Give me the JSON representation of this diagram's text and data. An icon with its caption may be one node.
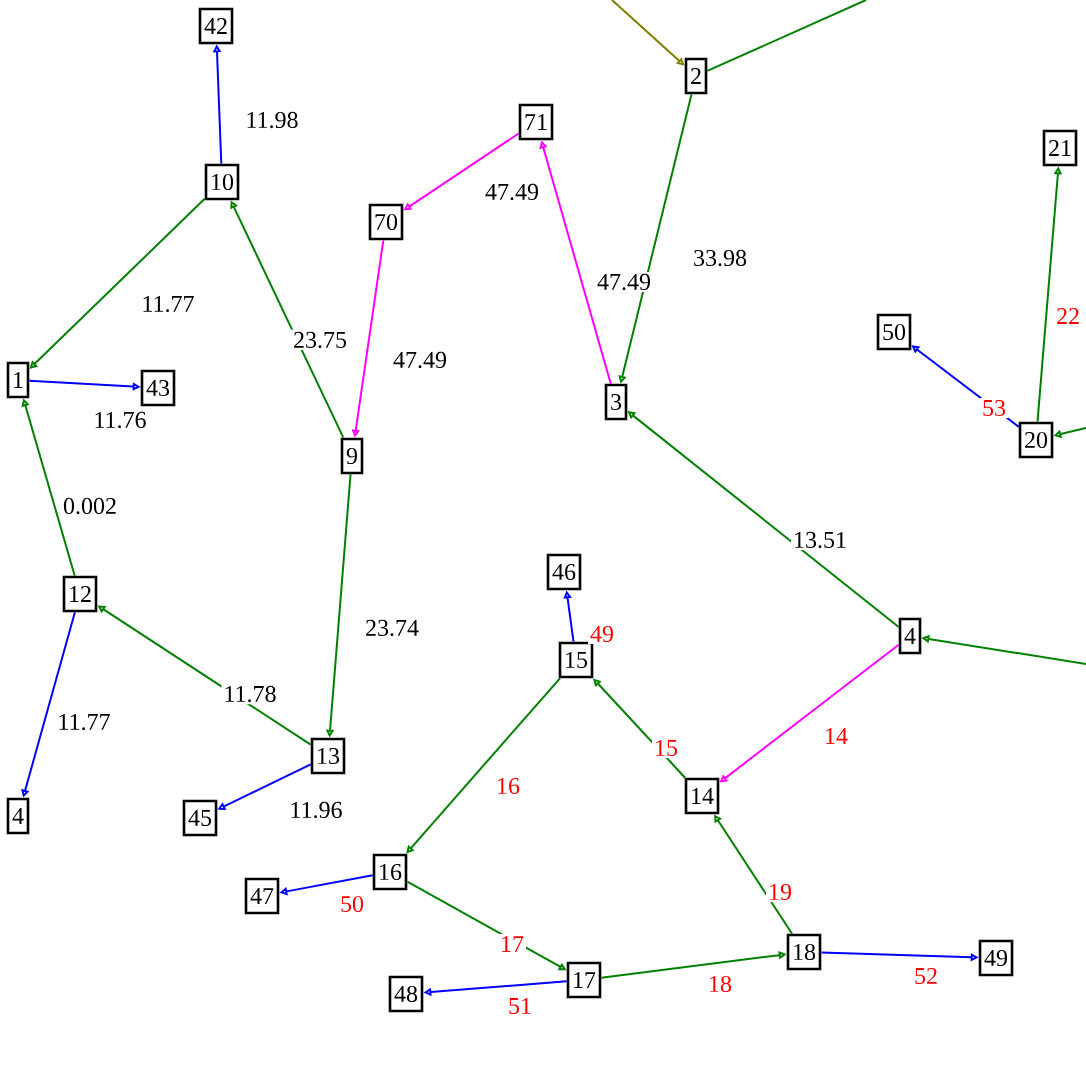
{
  "diagram": {
    "nodes": [
      {
        "text": [
          "42"
        ]
      },
      {
        "text": [
          "10"
        ]
      },
      {
        "text": [
          "71"
        ]
      },
      {
        "text": [
          "2"
        ]
      },
      {
        "text": [
          "21"
        ]
      },
      {
        "text": [
          "70"
        ]
      },
      {
        "text": [
          "50"
        ]
      },
      {
        "text": [
          "1"
        ]
      },
      {
        "text": [
          "43"
        ]
      },
      {
        "text": [
          "3"
        ]
      },
      {
        "text": [
          "20"
        ]
      },
      {
        "text": [
          "9"
        ]
      },
      {
        "text": [
          "46"
        ]
      },
      {
        "text": [
          "12"
        ]
      },
      {
        "text": [
          "4"
        ]
      },
      {
        "text": [
          "15"
        ]
      },
      {
        "text": [
          "4"
        ]
      },
      {
        "text": [
          "13"
        ]
      },
      {
        "text": [
          "14"
        ]
      },
      {
        "text": [
          "45"
        ]
      },
      {
        "text": [
          "47"
        ]
      },
      {
        "text": [
          "16"
        ]
      },
      {
        "text": [
          "17"
        ]
      },
      {
        "text": [
          "18"
        ]
      },
      {
        "text": [
          "48"
        ]
      },
      {
        "text": [
          "49"
        ]
      }
    ],
    "edges": [
      {
        "from": 1,
        "to": 0,
        "arrow": "to",
        "label": "11.98",
        "color": "#0000ff"
      },
      {
        "from": 1,
        "to": 7,
        "arrow": "to",
        "label": "11.77"
      },
      {
        "from": 11,
        "to": 1,
        "arrow": "to",
        "label": "23.75"
      },
      {
        "from": 2,
        "to": 5,
        "arrow": "to",
        "label": "47.49",
        "color": "#ff00ff"
      },
      {
        "from": 5,
        "to": 11,
        "arrow": "to",
        "label": "47.49",
        "color": "#ff00ff"
      },
      {
        "from": 9,
        "to": 2,
        "arrow": "to",
        "label": "47.49",
        "color": "#ff00ff"
      },
      {
        "from": 3,
        "to": 9,
        "arrow": "to",
        "label": "33.98"
      },
      {
        "from": null,
        "to": 3,
        "arrow": "to",
        "color": "#808000"
      },
      {
        "from": 3,
        "to": null,
        "arrow": "none"
      },
      {
        "from": 14,
        "to": 9,
        "arrow": "to",
        "label": "13.51"
      },
      {
        "from": null,
        "to": 14,
        "arrow": "to"
      },
      {
        "from": 14,
        "to": 18,
        "arrow": "to",
        "label": "14",
        "color": "#ff00ff"
      },
      {
        "from": 10,
        "to": 4,
        "arrow": "to",
        "label": "22"
      },
      {
        "from": 10,
        "to": 6,
        "arrow": "to",
        "label": "53",
        "color": "#0000ff"
      },
      {
        "from": null,
        "to": 10,
        "arrow": "to"
      },
      {
        "from": 7,
        "to": 8,
        "arrow": "to",
        "label": "11.76",
        "color": "#0000ff"
      },
      {
        "from": 13,
        "to": 7,
        "arrow": "to",
        "label": "0.002"
      },
      {
        "from": 13,
        "to": 16,
        "arrow": "to",
        "label": "11.77",
        "color": "#0000ff"
      },
      {
        "from": 17,
        "to": 13,
        "arrow": "to",
        "label": "11.78"
      },
      {
        "from": 11,
        "to": 17,
        "arrow": "to",
        "label": "23.74"
      },
      {
        "from": 17,
        "to": 19,
        "arrow": "to",
        "label": "11.96",
        "color": "#0000ff"
      },
      {
        "from": 15,
        "to": 12,
        "arrow": "to",
        "label": "49",
        "color": "#0000ff"
      },
      {
        "from": 15,
        "to": 21,
        "arrow": "to",
        "label": "16"
      },
      {
        "from": 18,
        "to": 15,
        "arrow": "to",
        "label": "15"
      },
      {
        "from": 23,
        "to": 18,
        "arrow": "to",
        "label": "19"
      },
      {
        "from": 21,
        "to": 20,
        "arrow": "to",
        "label": "50",
        "color": "#0000ff"
      },
      {
        "from": 21,
        "to": 22,
        "arrow": "to",
        "label": "17"
      },
      {
        "from": 22,
        "to": 23,
        "arrow": "to",
        "label": "18"
      },
      {
        "from": 22,
        "to": 24,
        "arrow": "to",
        "label": "51",
        "color": "#0000ff"
      },
      {
        "from": 23,
        "to": 25,
        "arrow": "to",
        "label": "52",
        "color": "#0000ff"
      }
    ]
  }
}
